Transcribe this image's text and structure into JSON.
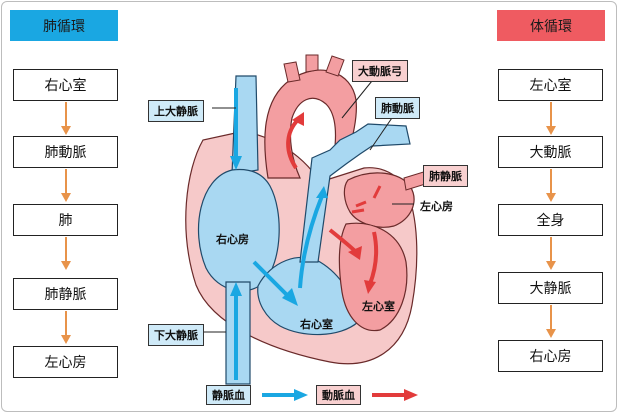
{
  "pulmonary": {
    "title": "肺循環",
    "steps": [
      "右心室",
      "肺動脈",
      "肺",
      "肺静脈",
      "左心房"
    ]
  },
  "systemic": {
    "title": "体循環",
    "steps": [
      "左心室",
      "大動脈",
      "全身",
      "大静脈",
      "右心房"
    ]
  },
  "heart_labels": {
    "aortic_arch": "大動脈弓",
    "superior_vena_cava": "上大静脈",
    "pulmonary_artery": "肺動脈",
    "pulmonary_vein": "肺静脈",
    "left_atrium": "左心房",
    "right_atrium": "右心房",
    "right_ventricle": "右心室",
    "left_ventricle": "左心室",
    "inferior_vena_cava": "下大静脈"
  },
  "legend": {
    "venous": "静脈血",
    "arterial": "動脈血"
  },
  "colors": {
    "venous_blue": "#1aa7e2",
    "arterial_red": "#ef5b61",
    "arrow_orange": "#e8934a"
  }
}
